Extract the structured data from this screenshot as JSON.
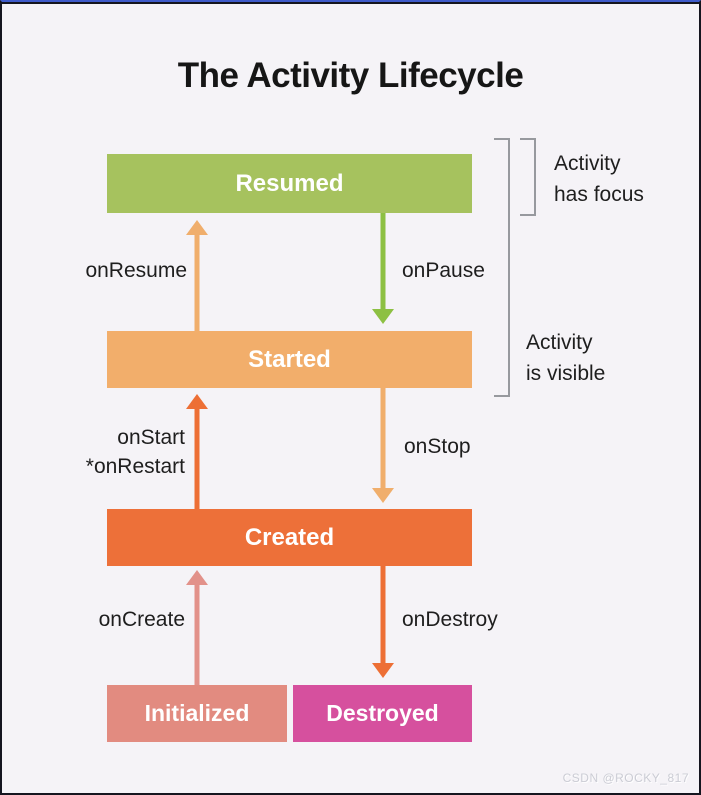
{
  "title": "The Activity Lifecycle",
  "states": [
    {
      "id": "resumed",
      "label": "Resumed"
    },
    {
      "id": "started",
      "label": "Started"
    },
    {
      "id": "created",
      "label": "Created"
    },
    {
      "id": "initialized",
      "label": "Initialized"
    },
    {
      "id": "destroyed",
      "label": "Destroyed"
    }
  ],
  "transitions": [
    {
      "label": "onResume",
      "direction": "up",
      "from": "started",
      "to": "resumed"
    },
    {
      "label": "onPause",
      "direction": "down",
      "from": "resumed",
      "to": "started"
    },
    {
      "label": "onStart",
      "label2": "*onRestart",
      "direction": "up",
      "from": "created",
      "to": "started"
    },
    {
      "label": "onStop",
      "direction": "down",
      "from": "started",
      "to": "created"
    },
    {
      "label": "onCreate",
      "direction": "up",
      "from": "initialized",
      "to": "created"
    },
    {
      "label": "onDestroy",
      "direction": "down",
      "from": "created",
      "to": "destroyed"
    }
  ],
  "annotations": [
    {
      "line1": "Activity",
      "line2": "has focus",
      "covers": "resumed"
    },
    {
      "line1": "Activity",
      "line2": "is visible",
      "covers": "resumed-started"
    }
  ],
  "watermark": "CSDN @ROCKY_817",
  "colors": {
    "background": "#f5f3f7",
    "frame_border": "#15151f",
    "frame_top_accent": "#3f5bca",
    "state_resumed": "#a6c25e",
    "state_started": "#f2ae6b",
    "state_created": "#ed7039",
    "state_initialized": "#e28b80",
    "state_destroyed": "#d6509e",
    "arrow_green": "#8dc043",
    "arrow_light_orange": "#f0ae6c",
    "arrow_dark_orange": "#ed6f35",
    "arrow_salmon": "#e2918a",
    "bracket": "#97999e",
    "text_dark": "#1e1e1e",
    "text_state": "#ffffff",
    "watermark_gray": "#cbccd4"
  }
}
